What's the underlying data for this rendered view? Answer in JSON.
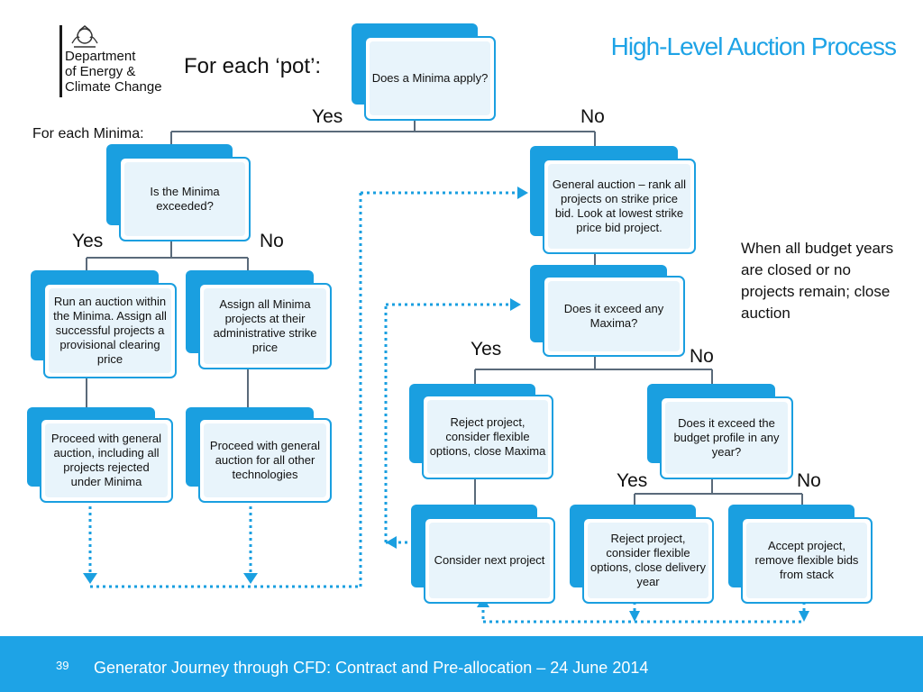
{
  "header": {
    "department": [
      "Department",
      "of Energy &",
      "Climate Change"
    ],
    "title": "High-Level Auction Process"
  },
  "labels": {
    "for_each_pot": "For each ‘pot’:",
    "for_each_minima": "For each Minima:",
    "yes_top": "Yes",
    "no_top": "No",
    "yes_left": "Yes",
    "no_left": "No",
    "yes_maxima": "Yes",
    "no_maxima": "No",
    "yes_budget": "Yes",
    "no_budget": "No"
  },
  "boxes": {
    "minima_apply": "Does a Minima apply?",
    "minima_exceeded": "Is the Minima exceeded?",
    "run_auction": "Run an auction within the Minima. Assign all successful projects a provisional clearing price",
    "assign_all": "Assign all Minima projects at their administrative strike price",
    "proceed_including": "Proceed with general auction, including all projects rejected under Minima",
    "proceed_other": "Proceed with general auction for all other technologies",
    "general_auction": "General auction – rank all projects on strike price bid. Look at lowest strike price bid project.",
    "exceed_maxima": "Does it exceed any Maxima?",
    "reject_maxima": "Reject project, consider flexible options, close Maxima",
    "exceed_budget": "Does it exceed the budget profile in any year?",
    "consider_next": "Consider next project",
    "reject_delivery": "Reject project, consider flexible options, close delivery year",
    "accept_project": "Accept project, remove flexible bids from stack"
  },
  "note": "When all budget years are closed or no projects remain; close auction",
  "footer": {
    "page_number": "39",
    "text": "Generator Journey through CFD: Contract and Pre-allocation – 24 June 2014"
  },
  "colors": {
    "accent": "#1a9fe0",
    "title": "#1ea3e6",
    "footer": "#1ea3e6",
    "box_fill": "#e8f4fb"
  }
}
